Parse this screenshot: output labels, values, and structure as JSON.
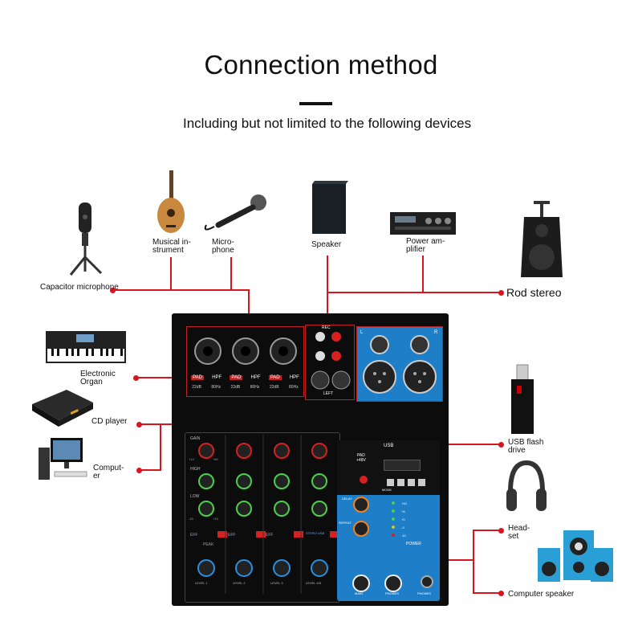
{
  "title": "Connection method",
  "subtitle": "Including but not limited to the following devices",
  "devices": {
    "capacitor_microphone": "Capacitor microphone",
    "musical_instrument": "Musical in-\nstrument",
    "microphone": "Micro-\nphone",
    "speaker": "Speaker",
    "power_amplifier": "Power am-\nplifier",
    "rod_stereo": "Rod stereo",
    "electronic_organ": "Electronic\nOrgan",
    "cd_player": "CD player",
    "computer": "Comput-\ner",
    "usb_flash_drive": "USB flash\ndrive",
    "headset": "Head-\nset",
    "computer_speaker": "Computer speaker"
  },
  "mixer": {
    "input_labels": [
      "PAD",
      "HPF",
      "PAD",
      "HPF",
      "PAD",
      "HPF"
    ],
    "input_sublabels": [
      "22dB",
      "80Hz",
      "22dB",
      "80Hz",
      "22dB",
      "80Hz"
    ],
    "rca_labels": [
      "REC",
      "L",
      "R",
      "LEFT"
    ],
    "out_labels": [
      "L",
      "R"
    ],
    "channel_knobs": [
      "GAIN",
      "HIGH",
      "LOW"
    ],
    "knob_scales": [
      "+14",
      "+60",
      "-15",
      "+15"
    ],
    "fx_labels": [
      "EFF",
      "EFF",
      "EFF",
      "STERO USB"
    ],
    "peak_label": "PEAK",
    "level_labels": [
      "LEVEL 1",
      "LEVEL 2",
      "LEVEL 3",
      "LEVEL 4/5"
    ],
    "usb_label": "USB",
    "pad48": "PAD\n+48V",
    "mode_label": "MODE",
    "delay_label": "DELAY",
    "repeat_label": "REPEAT",
    "power_label": "POWER",
    "meter_labels": [
      "+10",
      "+6",
      "+0",
      "-3",
      "-10"
    ],
    "main_label": "MAIN",
    "phones_label": "PHONES",
    "phones_jack_label": "PHONES"
  },
  "colors": {
    "accent_red": "#d8141e",
    "panel_blue": "#1e7fc8",
    "device_black": "#1a1a1a"
  }
}
